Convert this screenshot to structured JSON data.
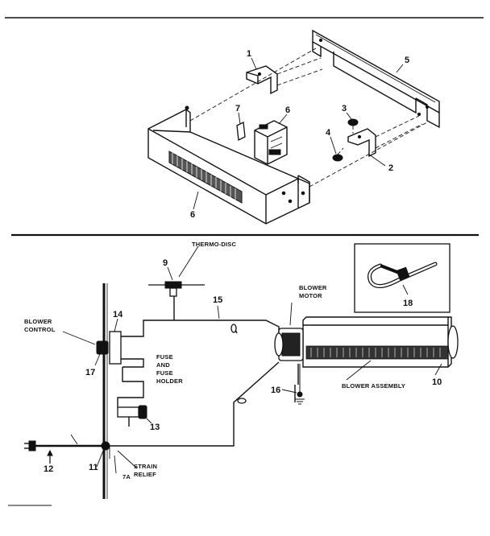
{
  "exploded_view": {
    "part_numbers": [
      "1",
      "2",
      "3",
      "4",
      "5",
      "6",
      "6",
      "7"
    ]
  },
  "wiring_diagram": {
    "labels": {
      "thermo_disc": "THERMO-DISC",
      "blower_motor_line1": "BLOWER",
      "blower_motor_line2": "MOTOR",
      "blower_control_line1": "BLOWER",
      "blower_control_line2": "CONTROL",
      "fuse_line1": "FUSE",
      "fuse_line2": "AND",
      "fuse_line3": "FUSE",
      "fuse_line4": "HOLDER",
      "blower_assembly": "BLOWER ASSEMBLY",
      "strain_line1": "STRAIN",
      "strain_line2": "RELIEF",
      "corner_mark": "7A"
    },
    "part_numbers": {
      "p9": "9",
      "p10": "10",
      "p11": "11",
      "p12": "12",
      "p13": "13",
      "p14": "14",
      "p15": "15",
      "p16": "16",
      "p17": "17",
      "p18": "18"
    }
  }
}
